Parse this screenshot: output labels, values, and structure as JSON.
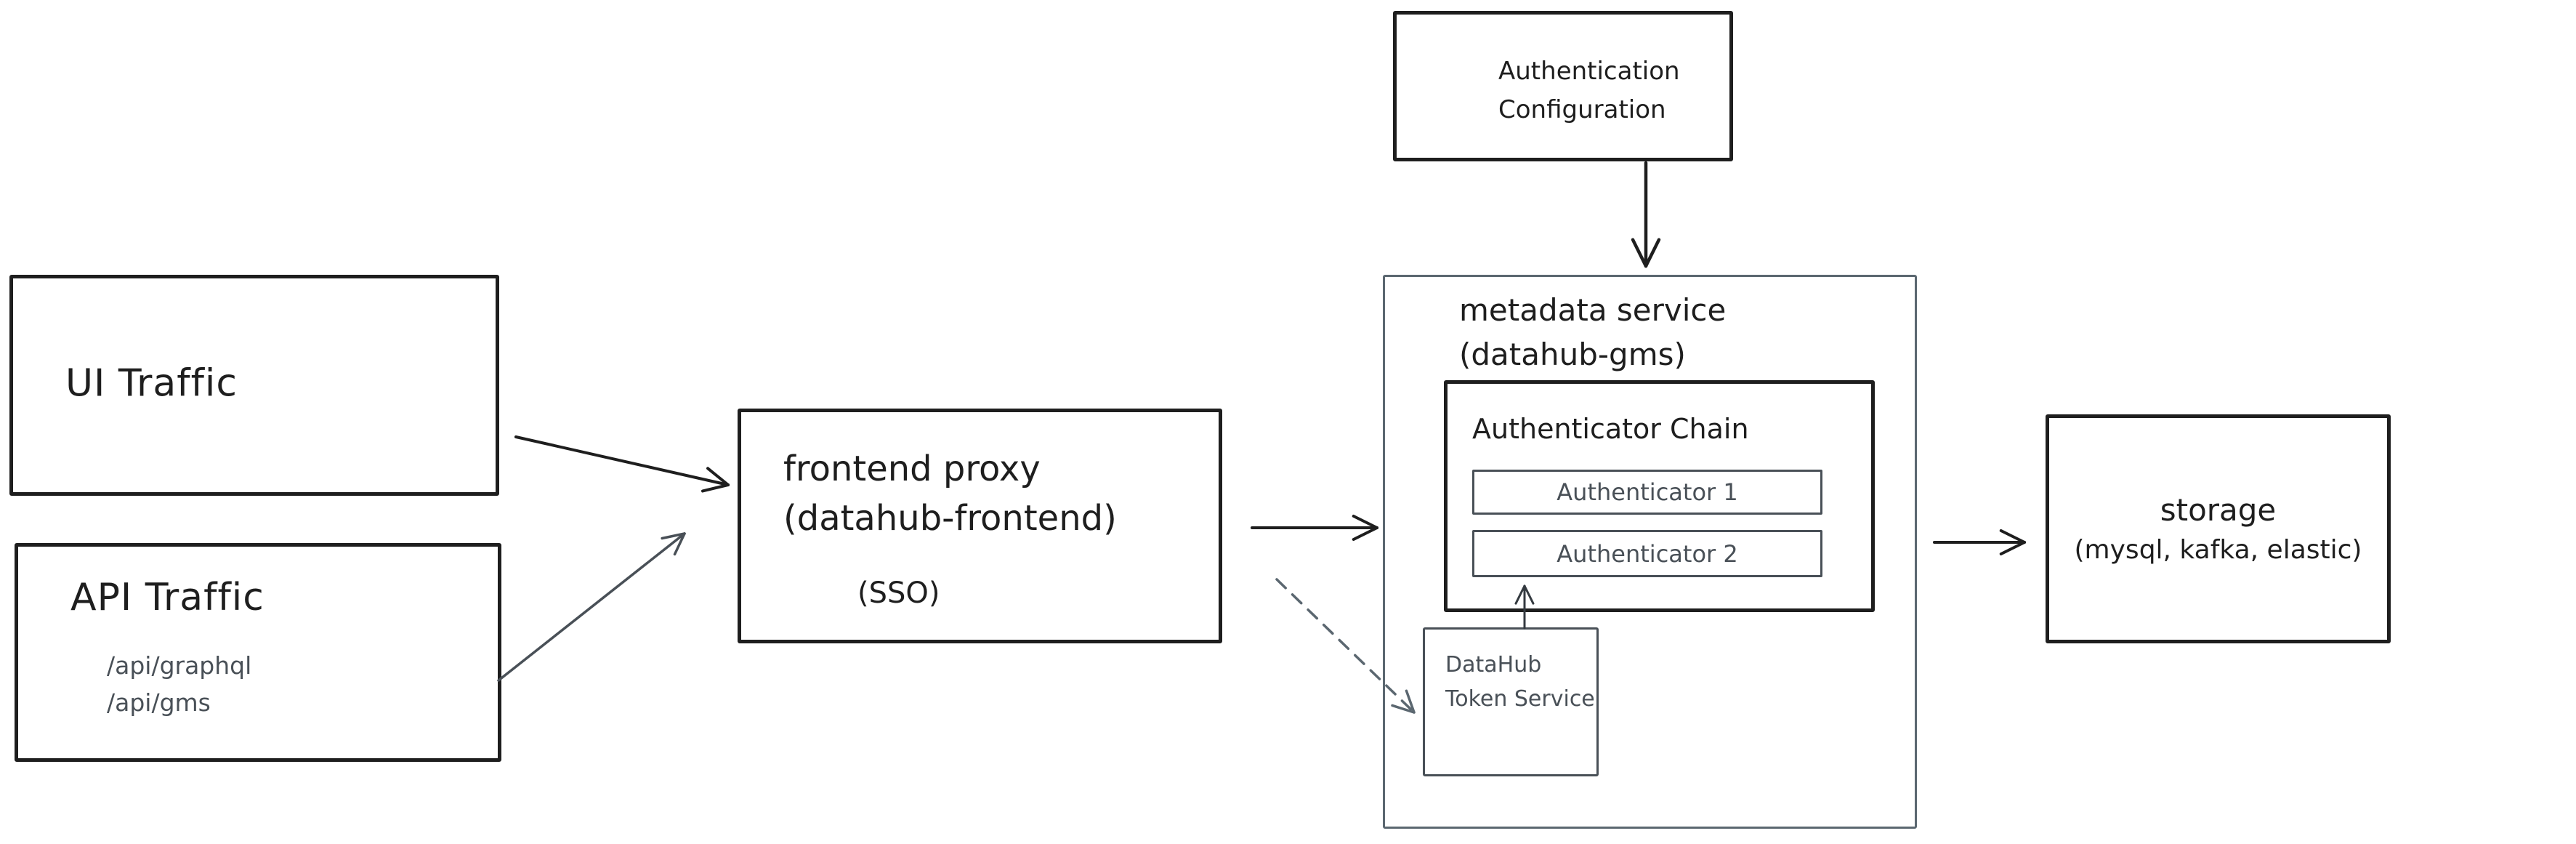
{
  "diagram": {
    "background": "#ffffff",
    "colors": {
      "ink": "#1e1e1e",
      "gray": "#495057",
      "muted_border": "#5b6770"
    },
    "nodes": {
      "ui_traffic": {
        "label": "UI Traffic"
      },
      "api_traffic": {
        "label": "API Traffic",
        "endpoint1": "/api/graphql",
        "endpoint2": "/api/gms"
      },
      "frontend_proxy": {
        "title": "frontend proxy",
        "subtitle": "(datahub-frontend)",
        "note": "(SSO)"
      },
      "auth_config": {
        "line1": "Authentication",
        "line2": "Configuration"
      },
      "metadata_service": {
        "title": "metadata service",
        "subtitle": "(datahub-gms)"
      },
      "authenticator_chain": {
        "title": "Authenticator Chain",
        "item1": "Authenticator 1",
        "item2": "Authenticator 2"
      },
      "token_service": {
        "line1": "DataHub",
        "line2": "Token Service"
      },
      "storage": {
        "title": "storage",
        "subtitle": "(mysql, kafka, elastic)"
      }
    },
    "edges": [
      {
        "id": "ui-to-frontend",
        "from": "ui_traffic",
        "to": "frontend_proxy",
        "style": "solid",
        "color": "#1e1e1e"
      },
      {
        "id": "api-to-frontend",
        "from": "api_traffic",
        "to": "frontend_proxy",
        "style": "solid",
        "color": "#495057"
      },
      {
        "id": "frontend-to-gms",
        "from": "frontend_proxy",
        "to": "metadata_service",
        "style": "solid",
        "color": "#1e1e1e"
      },
      {
        "id": "frontend-to-token",
        "from": "frontend_proxy",
        "to": "token_service",
        "style": "dashed",
        "color": "#5b6770"
      },
      {
        "id": "config-to-gms",
        "from": "auth_config",
        "to": "metadata_service",
        "style": "solid",
        "color": "#1e1e1e"
      },
      {
        "id": "token-to-chain",
        "from": "token_service",
        "to": "authenticator_chain",
        "style": "solid",
        "color": "#343a40"
      },
      {
        "id": "gms-to-storage",
        "from": "metadata_service",
        "to": "storage",
        "style": "solid",
        "color": "#1e1e1e"
      }
    ]
  }
}
